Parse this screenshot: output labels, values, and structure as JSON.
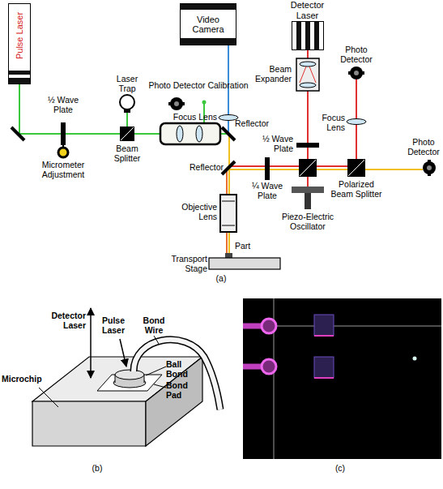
{
  "diagram": {
    "nodes": [
      {
        "text": [
          "Pulse Laser"
        ]
      },
      {
        "text": [
          "Video Camera"
        ]
      },
      {
        "text": [
          "Detector Laser"
        ]
      }
    ],
    "labels": [
      "½ Wave Plate",
      "Micrometer Adjustment",
      "Laser Trap",
      "Beam Splitter",
      "Photo Detector Calibration",
      "Focus Lens",
      "Reflector",
      "Reflector",
      "Beam Expander",
      "½ Wave Plate",
      "Photo Detector",
      "Focus Lens",
      "¼ Wave Plate",
      "Polarized Beam Splitter",
      "Photo Detector",
      "Piezo-Electric Oscillator",
      "Objective Lens",
      "Part",
      "Transport Stage",
      "(a)",
      "Detector Laser",
      "Pulse Laser",
      "Bond Wire",
      "Ball Bond",
      "Bond Pad",
      "Microchip",
      "(b)",
      "(c)"
    ]
  }
}
